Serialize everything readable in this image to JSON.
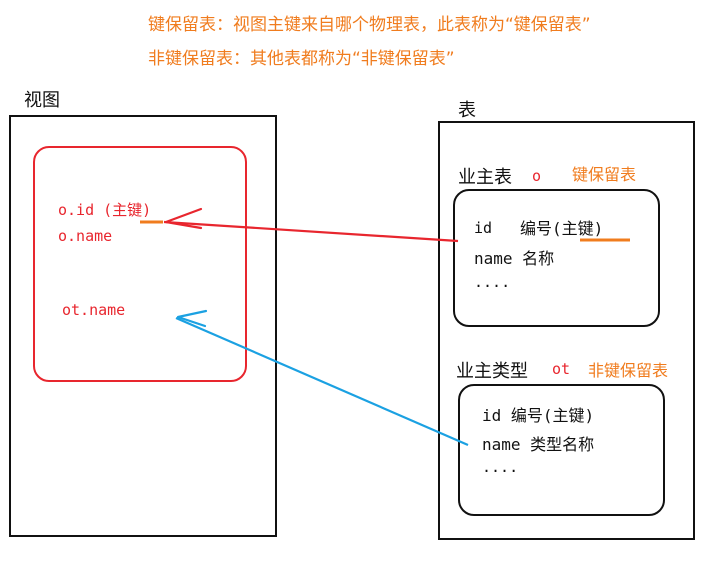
{
  "notes": {
    "key_preserved_def": "键保留表：视图主键来自哪个物理表，此表称为“键保留表”",
    "non_key_preserved_def": "非键保留表：其他表都称为“非键保留表”"
  },
  "view": {
    "title": "视图",
    "field_id": "o.id (主键)",
    "field_name": "o.name",
    "field_ot_name": "ot.name"
  },
  "tables": {
    "title": "表",
    "owner": {
      "label": "业主表",
      "alias": "o",
      "tag": "键保留表",
      "row1_col": "id",
      "row1_desc": "编号(主键)",
      "row2": "name 名称",
      "row3": "...."
    },
    "owner_type": {
      "label": "业主类型",
      "alias": "ot",
      "tag": "非键保留表",
      "row1": "id 编号(主键)",
      "row2": "name 类型名称",
      "row3": "...."
    }
  },
  "colors": {
    "accent_orange": "#f07c1e",
    "red": "#e8262e",
    "blue": "#1ba1e2",
    "black": "#111111"
  }
}
